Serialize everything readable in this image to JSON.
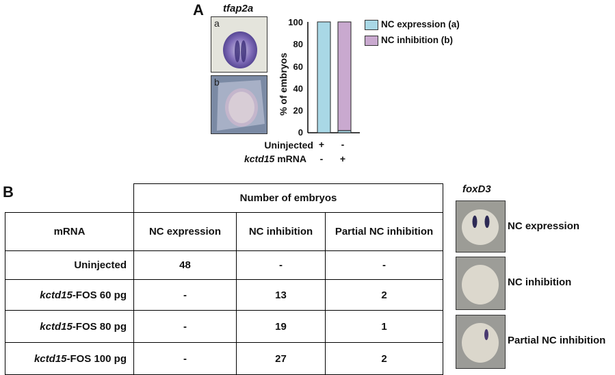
{
  "panel_a": {
    "letter": "A",
    "gene_label": "tfap2a",
    "image_a_letter": "a",
    "image_b_letter": "b",
    "xrows": [
      {
        "label": "Uninjected",
        "label_italic": "",
        "marks": [
          "+",
          "-"
        ]
      },
      {
        "label": " mRNA",
        "label_italic": "kctd15",
        "marks": [
          "-",
          "+"
        ]
      }
    ]
  },
  "chart_data": {
    "type": "bar",
    "stacked": true,
    "categories": [
      "Uninjected",
      "kctd15 mRNA"
    ],
    "series": [
      {
        "name": "NC expression (a)",
        "color": "#a9d8e6",
        "values": [
          100,
          2
        ]
      },
      {
        "name": "NC inhibition (b)",
        "color": "#c9a9cf",
        "values": [
          0,
          98
        ]
      }
    ],
    "ylabel": "% of embryos",
    "ylim": [
      0,
      100
    ],
    "yticks": [
      "0",
      "20",
      "40",
      "60",
      "80",
      "100"
    ],
    "legend_position": "right",
    "grid": false
  },
  "panel_b": {
    "letter": "B",
    "gene_label": "foxD3",
    "table": {
      "group_header": "Number of embryos",
      "headers": [
        "mRNA",
        "NC expression",
        "NC inhibition",
        "Partial NC inhibition"
      ],
      "rows": [
        {
          "mrna_italic": "",
          "mrna": "Uninjected",
          "cells": [
            "48",
            "-",
            "-"
          ]
        },
        {
          "mrna_italic": "kctd15",
          "mrna": "-FOS 60 pg",
          "cells": [
            "-",
            "13",
            "2"
          ]
        },
        {
          "mrna_italic": "kctd15",
          "mrna": "-FOS 80 pg",
          "cells": [
            "-",
            "19",
            "1"
          ]
        },
        {
          "mrna_italic": "kctd15",
          "mrna": "-FOS 100 pg",
          "cells": [
            "-",
            "27",
            "2"
          ]
        }
      ]
    },
    "image_labels": [
      "NC expression",
      "NC inhibition",
      "Partial NC inhibition"
    ]
  }
}
